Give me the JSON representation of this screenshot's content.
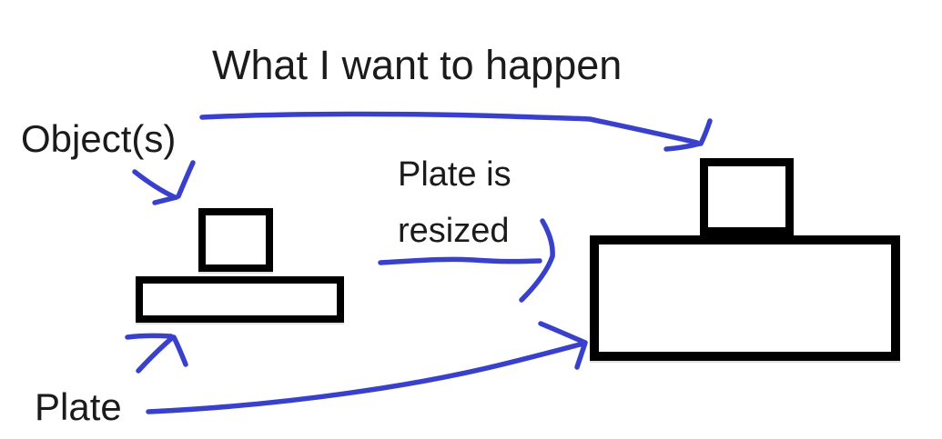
{
  "title": "What I want to happen",
  "labels": {
    "objects": "Object(s)",
    "resize_line1": "Plate is",
    "resize_line2": "resized",
    "plate": "Plate"
  },
  "colors": {
    "background": "#ffffff",
    "text": "#1b1b1b",
    "shape_outline": "#000000",
    "pen_blue": "#3941cc"
  },
  "annotations": {
    "arrow_object_to_resized": "long arrow from Object(s) label to object on resized plate",
    "arrow_objects_pointer": "short arrow pointing to small object box",
    "arrow_plate_pointer": "short arrow pointing to small plate",
    "arrow_plate_resized": "arrow indicating plate is resized",
    "arrow_plate_to_resized_plate": "long arrow from Plate label to resized plate"
  }
}
